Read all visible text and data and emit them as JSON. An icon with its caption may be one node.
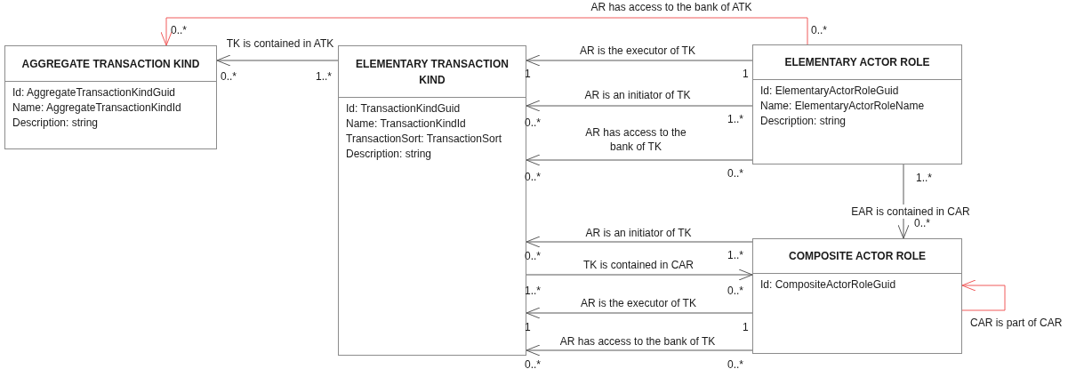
{
  "diagram": {
    "nodes": [
      {
        "text": [
          "AGGREGATE TRANSACTION KIND",
          "Id: AggregateTransactionKindGuid",
          "Name: AggregateTransactionKindId",
          "Description: string"
        ]
      },
      {
        "text": [
          "ELEMENTARY TRANSACTION KIND",
          "Id: TransactionKindGuid",
          "Name: TransactionKindId",
          "TransactionSort: TransactionSort",
          "Description: string"
        ]
      },
      {
        "text": [
          "ELEMENTARY ACTOR ROLE",
          "Id: ElementaryActorRoleGuid",
          "Name: ElementaryActorRoleName",
          "Description: string"
        ]
      },
      {
        "text": [
          "COMPOSITE ACTOR ROLE",
          "Id: CompositeActorRoleGuid"
        ]
      }
    ],
    "edges": [
      {
        "from": 1,
        "to": 0,
        "arrow": "to",
        "label": "TK is contained in ATK"
      },
      {
        "from": 2,
        "to": 0,
        "arrow": "to",
        "label": "AR has access to the bank of ATK",
        "color": "#f05a5a"
      },
      {
        "from": 2,
        "to": 1,
        "arrow": "to",
        "label": "AR is the executor of TK"
      },
      {
        "from": 2,
        "to": 1,
        "arrow": "to",
        "label": "AR is an initiator of TK"
      },
      {
        "from": 2,
        "to": 1,
        "arrow": "to",
        "label": "AR has access to the bank of TK"
      },
      {
        "from": 2,
        "to": 3,
        "arrow": "to",
        "label": "EAR is contained in CAR"
      },
      {
        "from": 3,
        "to": 1,
        "arrow": "to",
        "label": "AR is an initiator of TK"
      },
      {
        "from": 1,
        "to": 3,
        "arrow": "to",
        "label": "TK is contained in CAR"
      },
      {
        "from": 3,
        "to": 1,
        "arrow": "to",
        "label": "AR is the executor of TK"
      },
      {
        "from": 3,
        "to": 1,
        "arrow": "to",
        "label": "AR has access to the bank of TK"
      },
      {
        "from": 3,
        "to": 3,
        "arrow": "to",
        "label": "CAR is part of CAR",
        "color": "#f05a5a"
      }
    ],
    "labels": [
      "0..*",
      "0..*",
      "0..*",
      "1..*",
      "1",
      "1",
      "0..*",
      "1..*",
      "0..*",
      "0..*",
      "1..*",
      "0..*",
      "0..*",
      "1..*",
      "1..*",
      "0..*",
      "1",
      "1",
      "0..*",
      "0..*"
    ]
  }
}
